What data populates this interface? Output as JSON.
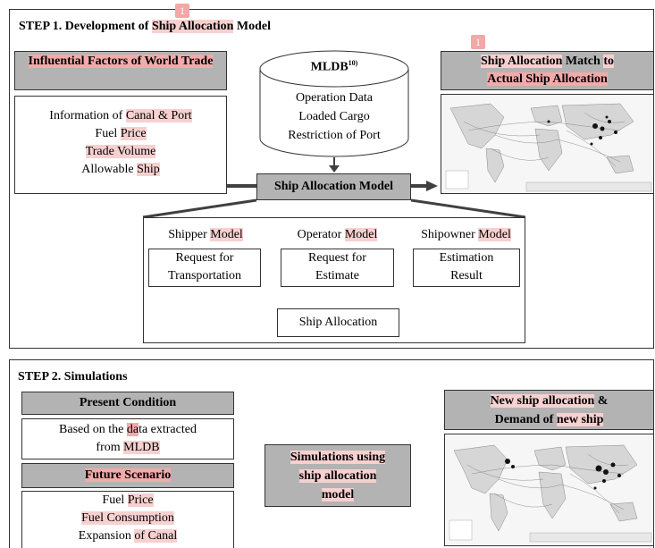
{
  "step1": {
    "title_prefix": "STEP 1. Development of ",
    "title_hl": "Ship Allocation",
    "title_suffix": " Model",
    "badge": "1",
    "influential": {
      "title": "Influential Factors of World Trade",
      "lines": [
        {
          "a": "Information of ",
          "b": "Canal & Port"
        },
        {
          "a": "Fuel ",
          "b": "Price"
        },
        {
          "a": "",
          "b": "Trade Volume"
        },
        {
          "a": "Allowable ",
          "b": "Ship"
        }
      ]
    },
    "mldb": {
      "title": "MLDB",
      "sup": "10)",
      "lines": [
        "Operation Data",
        "Loaded Cargo",
        "Restriction of Port"
      ]
    },
    "model_box": "Ship Allocation Model",
    "match": {
      "hl1": "Ship Allocation",
      "mid": " Match ",
      "hl2": "to",
      "line2": "Actual Ship Allocation",
      "badge": "1"
    },
    "shipper": {
      "head_a": "Shipper ",
      "head_b": "Model",
      "box1": "Request for",
      "box2": "Transportation"
    },
    "operator": {
      "head_a": "Operator ",
      "head_b": "Model",
      "box1": "Request for",
      "box2": "Estimate"
    },
    "shipowner": {
      "head_a": "Shipowner ",
      "head_b": "Model",
      "box1": "Estimation",
      "box2": "Result"
    },
    "allocation": "Ship Allocation"
  },
  "step2": {
    "title": "STEP 2. Simulations",
    "present": "Present Condition",
    "based_a": "Based on the ",
    "based_b": "da",
    "based_c": "ta extracted",
    "based_d": "from ",
    "based_e": "MLDB",
    "future": "Future Scenario",
    "fut_lines": [
      {
        "a": "Fuel ",
        "b": "Price"
      },
      {
        "a": "",
        "b": "Fuel Consumption"
      },
      {
        "a": "Expansion ",
        "b": "of Canal"
      }
    ],
    "sim_line1": "Simulations using",
    "sim_line2": "ship allocation",
    "sim_line3": "model",
    "newship": {
      "a": "New ship allocation",
      "b": " &",
      "c": "Demand of ",
      "d": "new ship"
    }
  },
  "colors": {
    "box_gray": "#b3b3b3",
    "highlight": "#f7d0d0",
    "badge": "#f5a6a6",
    "arrow": "#404040"
  }
}
